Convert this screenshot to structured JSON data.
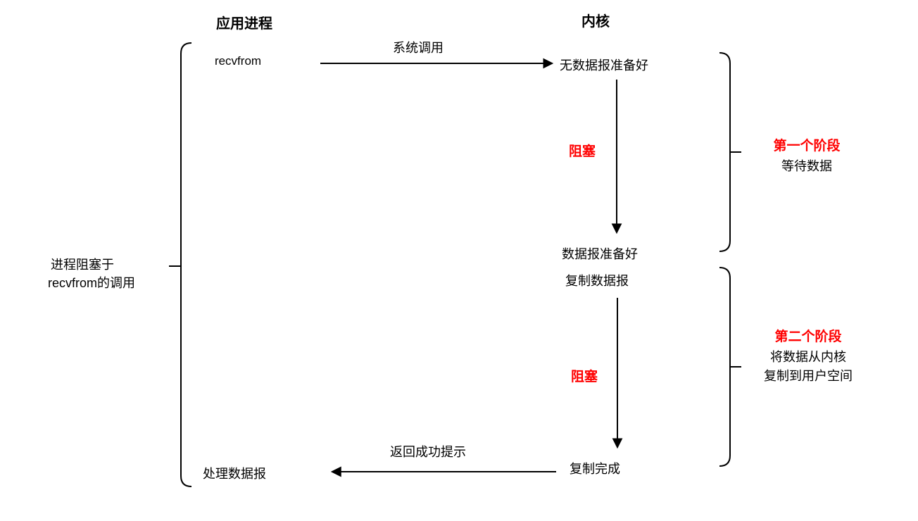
{
  "headers": {
    "app_process": "应用进程",
    "kernel": "内核"
  },
  "nodes": {
    "recvfrom": "recvfrom",
    "no_datagram_ready": "无数据报准备好",
    "datagram_ready": "数据报准备好",
    "copy_datagram": "复制数据报",
    "copy_complete": "复制完成",
    "process_datagram": "处理数据报"
  },
  "edges": {
    "system_call": "系统调用",
    "return_success": "返回成功提示",
    "block_phase1": "阻塞",
    "block_phase2": "阻塞"
  },
  "left_note": {
    "line1": "进程阻塞于",
    "line2": "recvfrom的调用"
  },
  "phase1": {
    "title": "第一个阶段",
    "subtitle": "等待数据"
  },
  "phase2": {
    "title": "第二个阶段",
    "subtitle_line1": "将数据从内核",
    "subtitle_line2": "复制到用户空间"
  },
  "colors": {
    "accent_red": "#ff0000",
    "line_black": "#000000",
    "background": "#ffffff"
  }
}
